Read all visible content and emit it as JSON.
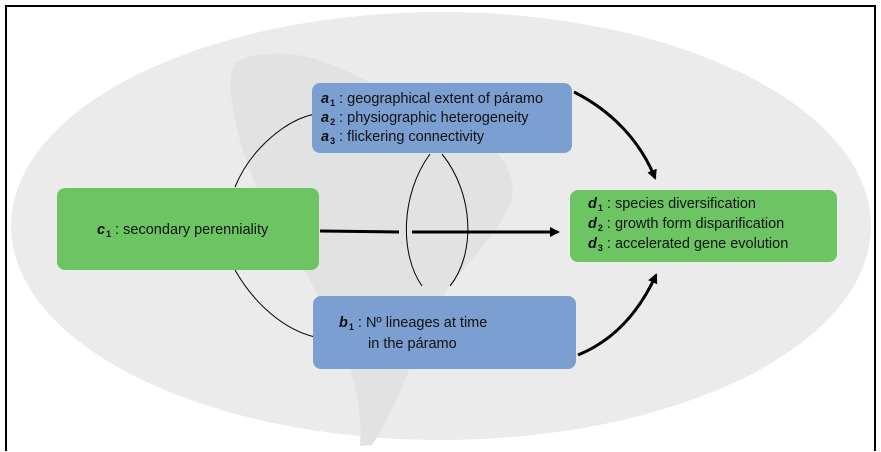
{
  "nodes": {
    "a": {
      "items": [
        {
          "letter": "a",
          "index": "1",
          "text": ": geographical extent of páramo"
        },
        {
          "letter": "a",
          "index": "2",
          "text": ": physiographic heterogeneity"
        },
        {
          "letter": "a",
          "index": "3",
          "text": ": flickering connectivity"
        }
      ],
      "color": "#7b9fd0"
    },
    "b": {
      "letter": "b",
      "index": "1",
      "text_line1": ": Nº lineages at time",
      "text_line2": "in the páramo",
      "color": "#7b9fd0"
    },
    "c": {
      "letter": "c",
      "index": "1",
      "text": ": secondary perenniality",
      "color": "#6cc463"
    },
    "d": {
      "items": [
        {
          "letter": "d",
          "index": "1",
          "text": ": species diversification"
        },
        {
          "letter": "d",
          "index": "2",
          "text": ": growth form disparification"
        },
        {
          "letter": "d",
          "index": "3",
          "text": ": accelerated gene evolution"
        }
      ],
      "color": "#6cc463"
    }
  },
  "background": {
    "ellipse_color": "#ebebeb",
    "continent_color": "#e2e2e2"
  }
}
